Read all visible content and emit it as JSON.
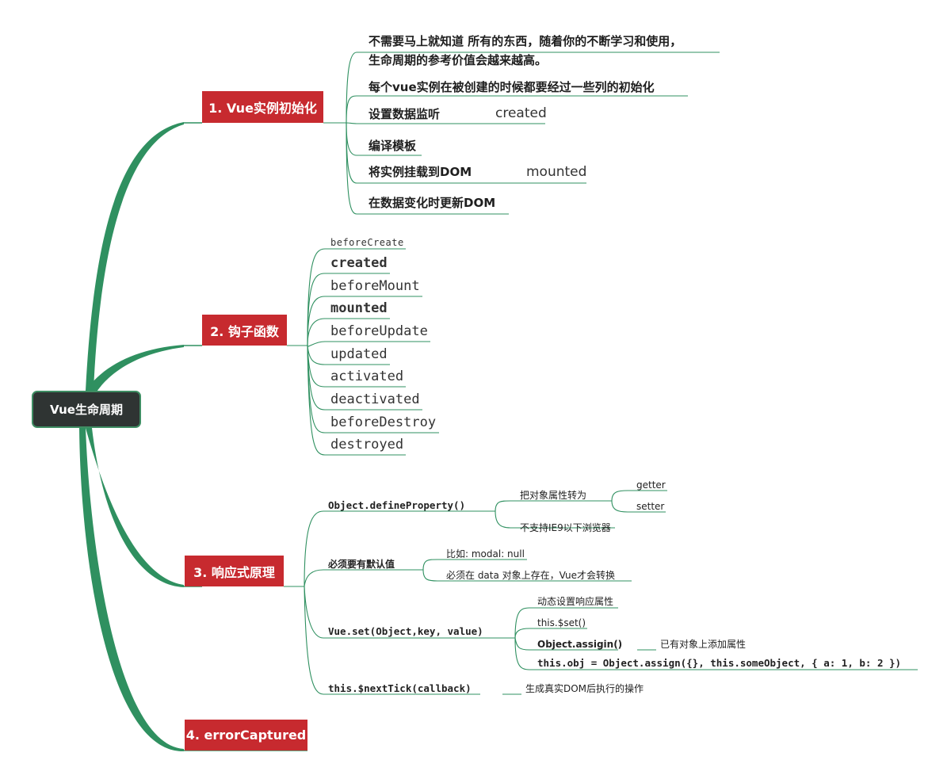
{
  "root": {
    "label": "Vue生命周期"
  },
  "branches": [
    {
      "label": "1. Vue实例初始化",
      "items": [
        {
          "text_line1": "不需要马上就知道 所有的东西，随着你的不断学习和使用，",
          "text_line2": "生命周期的参考价值会越来越高。"
        },
        {
          "text": "每个vue实例在被创建的时候都要经过一些列的初始化"
        },
        {
          "text": "设置数据监听",
          "note": "created"
        },
        {
          "text": "编译模板"
        },
        {
          "text": "将实例挂载到DOM",
          "note": "mounted"
        },
        {
          "text": "在数据变化时更新DOM"
        }
      ]
    },
    {
      "label": "2. 钩子函数",
      "items": [
        {
          "text": "beforeCreate",
          "highlight": false
        },
        {
          "text": "created",
          "highlight": true
        },
        {
          "text": "beforeMount",
          "highlight": false
        },
        {
          "text": "mounted",
          "highlight": true
        },
        {
          "text": "beforeUpdate",
          "highlight": false
        },
        {
          "text": "updated",
          "highlight": false
        },
        {
          "text": "activated",
          "highlight": false
        },
        {
          "text": "deactivated",
          "highlight": false
        },
        {
          "text": "beforeDestroy",
          "highlight": true
        },
        {
          "text": "destroyed",
          "highlight": false
        }
      ]
    },
    {
      "label": "3. 响应式原理",
      "items": [
        {
          "text": "Object.defineProperty()",
          "children": [
            {
              "text": "把对象属性转为",
              "children": [
                {
                  "text": "getter"
                },
                {
                  "text": "setter"
                }
              ]
            },
            {
              "text": "不支持IE9以下浏览器"
            }
          ]
        },
        {
          "text": "必须要有默认值",
          "children": [
            {
              "text": "比如: modal: null"
            },
            {
              "text": "必须在 data 对象上存在，Vue才会转换"
            }
          ]
        },
        {
          "text": "Vue.set(Object,key, value)",
          "children": [
            {
              "text": "动态设置响应属性"
            },
            {
              "text": "this.$set()"
            },
            {
              "text": "Object.assigin()",
              "children": [
                {
                  "text": "已有对象上添加属性"
                }
              ]
            },
            {
              "text": "this.obj = Object.assign({}, this.someObject, { a: 1, b: 2 })"
            }
          ]
        },
        {
          "text": "this.$nextTick(callback)",
          "children": [
            {
              "text": "生成真实DOM后执行的操作"
            }
          ]
        }
      ]
    },
    {
      "label": "4. errorCaptured",
      "items": []
    }
  ],
  "colors": {
    "branch": "#2f9060",
    "category": "#c72a2f",
    "root": "#2f3433",
    "highlight": "#e0101a"
  }
}
